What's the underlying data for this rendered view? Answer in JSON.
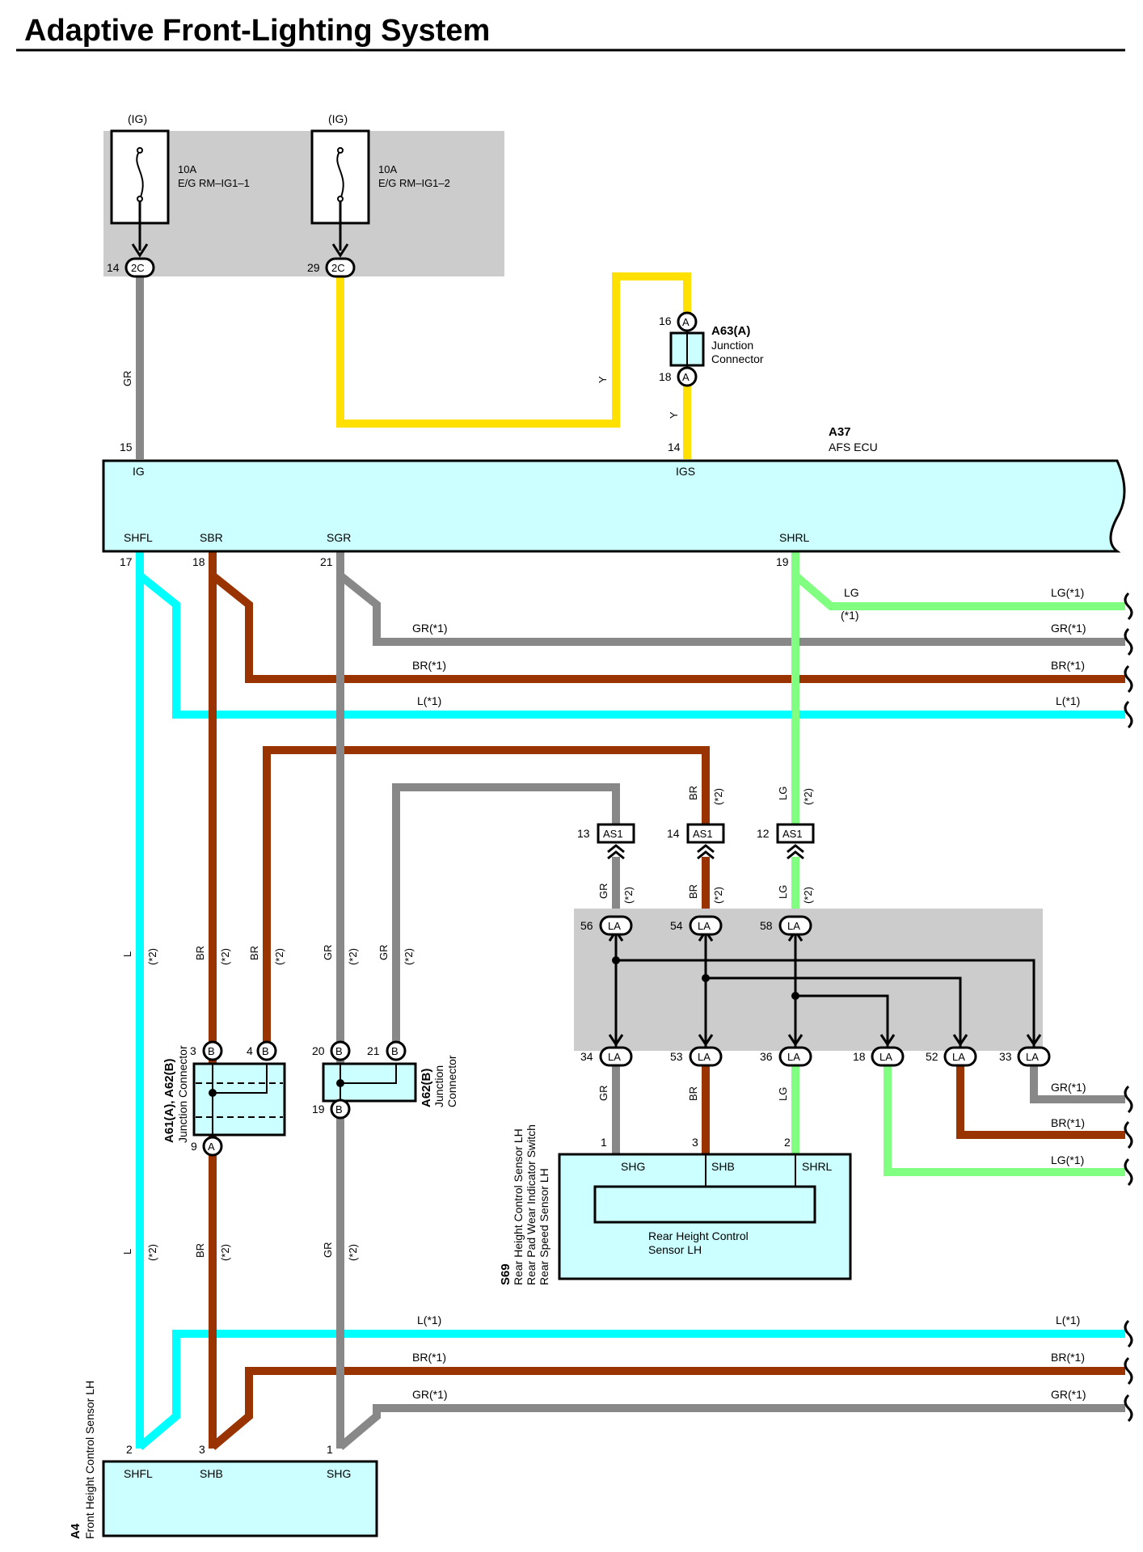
{
  "title": "Adaptive Front-Lighting System",
  "colors": {
    "GR": "#888888",
    "Y": "#ffe000",
    "BR": "#993300",
    "L": "#00ffff",
    "LG": "#80ff80",
    "component_fill": "#ccffff",
    "relay_box": "#cccccc"
  },
  "fuses": [
    {
      "circuit": "(IG)",
      "rating": "10A",
      "name": "E/G RM–IG1–1",
      "pin": "14",
      "conn": "2C"
    },
    {
      "circuit": "(IG)",
      "rating": "10A",
      "name": "E/G RM–IG1–2",
      "pin": "29",
      "conn": "2C"
    }
  ],
  "a63": {
    "id": "A63(A)",
    "line1": "Junction",
    "line2": "Connector",
    "pin_top": "16",
    "pin_bottom": "18",
    "conn": "A"
  },
  "ecu": {
    "id": "A37",
    "name": "AFS ECU",
    "top_pins": [
      {
        "num": "15",
        "term": "IG"
      },
      {
        "num": "14",
        "term": "IGS"
      }
    ],
    "bottom_pins": [
      {
        "num": "17",
        "term": "SHFL"
      },
      {
        "num": "18",
        "term": "SBR"
      },
      {
        "num": "21",
        "term": "SGR"
      },
      {
        "num": "19",
        "term": "SHRL"
      }
    ]
  },
  "wire_labels": {
    "gr": "GR",
    "y": "Y",
    "br": "BR",
    "l": "L",
    "lg": "LG",
    "note2": "(*2)",
    "note1": "(*1)",
    "lg1": "LG(*1)",
    "gr1": "GR(*1)",
    "br1": "BR(*1)",
    "l1": "L(*1)"
  },
  "as1": [
    {
      "pin": "13",
      "conn": "AS1"
    },
    {
      "pin": "14",
      "conn": "AS1"
    },
    {
      "pin": "12",
      "conn": "AS1"
    }
  ],
  "la_top": [
    {
      "pin": "56",
      "conn": "LA"
    },
    {
      "pin": "54",
      "conn": "LA"
    },
    {
      "pin": "58",
      "conn": "LA"
    }
  ],
  "la_bottom": [
    {
      "pin": "34",
      "conn": "LA"
    },
    {
      "pin": "53",
      "conn": "LA"
    },
    {
      "pin": "36",
      "conn": "LA"
    },
    {
      "pin": "18",
      "conn": "LA"
    },
    {
      "pin": "52",
      "conn": "LA"
    },
    {
      "pin": "33",
      "conn": "LA"
    }
  ],
  "a61": {
    "id": "A61(A), A62(B)",
    "name": "Junction Connector",
    "pins": [
      "3",
      "4",
      "9"
    ],
    "conns": [
      "B",
      "B",
      "A"
    ]
  },
  "a62": {
    "id": "A62(B)",
    "line1": "Junction",
    "line2": "Connector",
    "pins": [
      "20",
      "21",
      "19"
    ],
    "conns": [
      "B",
      "B",
      "B"
    ]
  },
  "s69": {
    "id": "S69",
    "line1": "Rear Height Control Sensor LH",
    "line2": "Rear Pad Wear Indicator Switch",
    "line3": "Rear Speed Sensor LH",
    "pins": [
      {
        "num": "1",
        "term": "SHG"
      },
      {
        "num": "3",
        "term": "SHB"
      },
      {
        "num": "2",
        "term": "SHRL"
      }
    ],
    "inner_line1": "Rear Height Control",
    "inner_line2": "Sensor LH"
  },
  "a4": {
    "id": "A4",
    "name": "Front Height Control Sensor LH",
    "pins": [
      {
        "num": "2",
        "term": "SHFL"
      },
      {
        "num": "3",
        "term": "SHB"
      },
      {
        "num": "1",
        "term": "SHG"
      }
    ]
  }
}
